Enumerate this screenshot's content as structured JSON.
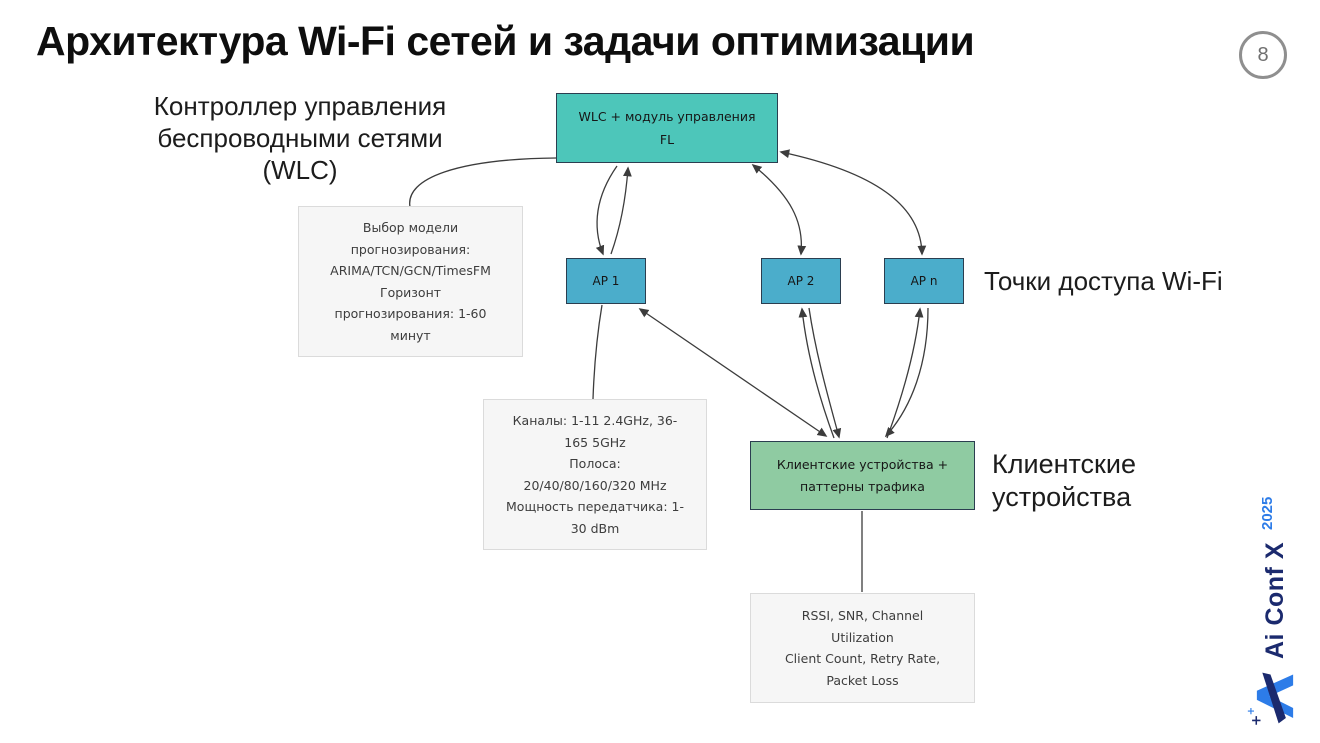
{
  "slide": {
    "title": "Архитектура Wi-Fi сетей и задачи оптимизации",
    "page_number": "8"
  },
  "diagram": {
    "wlc_label_lines": [
      "Контроллер управления",
      "беспроводными сетями",
      "(WLC)"
    ],
    "wlc_box_lines": [
      "WLC + модуль управления",
      "FL"
    ],
    "model_note_lines": [
      "Выбор модели",
      "прогнозирования:",
      "ARIMA/TCN/GCN/TimesFM",
      "Горизонт",
      "прогнозирования: 1-60",
      "минут"
    ],
    "ap_boxes": [
      "AP 1",
      "AP 2",
      "AP n"
    ],
    "ap_label": "Точки доступа Wi-Fi",
    "channels_note_lines": [
      "Каналы: 1-11 2.4GHz, 36-",
      "165 5GHz",
      "Полоса:",
      "20/40/80/160/320 MHz",
      "Мощность передатчика: 1-",
      "30 dBm"
    ],
    "client_box_lines": [
      "Клиентские устройства +",
      "паттерны трафика"
    ],
    "client_label_lines": [
      "Клиентские",
      "устройства"
    ],
    "metrics_note_lines": [
      "RSSI, SNR, Channel",
      "Utilization",
      "Client Count, Retry Rate,",
      "Packet Loss"
    ]
  },
  "branding": {
    "conference_name": "Ai Conf X",
    "year": "2025"
  },
  "colors": {
    "wlc_fill": "#4DC6BA",
    "ap_fill": "#4BADCB",
    "client_fill": "#8FCBA2",
    "note_fill": "#F6F6F6",
    "diagram_border": "#2B3E50",
    "note_border": "#DBDBDB",
    "arrow": "#3C3C3C",
    "brand_navy": "#1B2A6E",
    "brand_blue": "#2D7CE8",
    "page_circle_gray": "#8F8F8F"
  }
}
